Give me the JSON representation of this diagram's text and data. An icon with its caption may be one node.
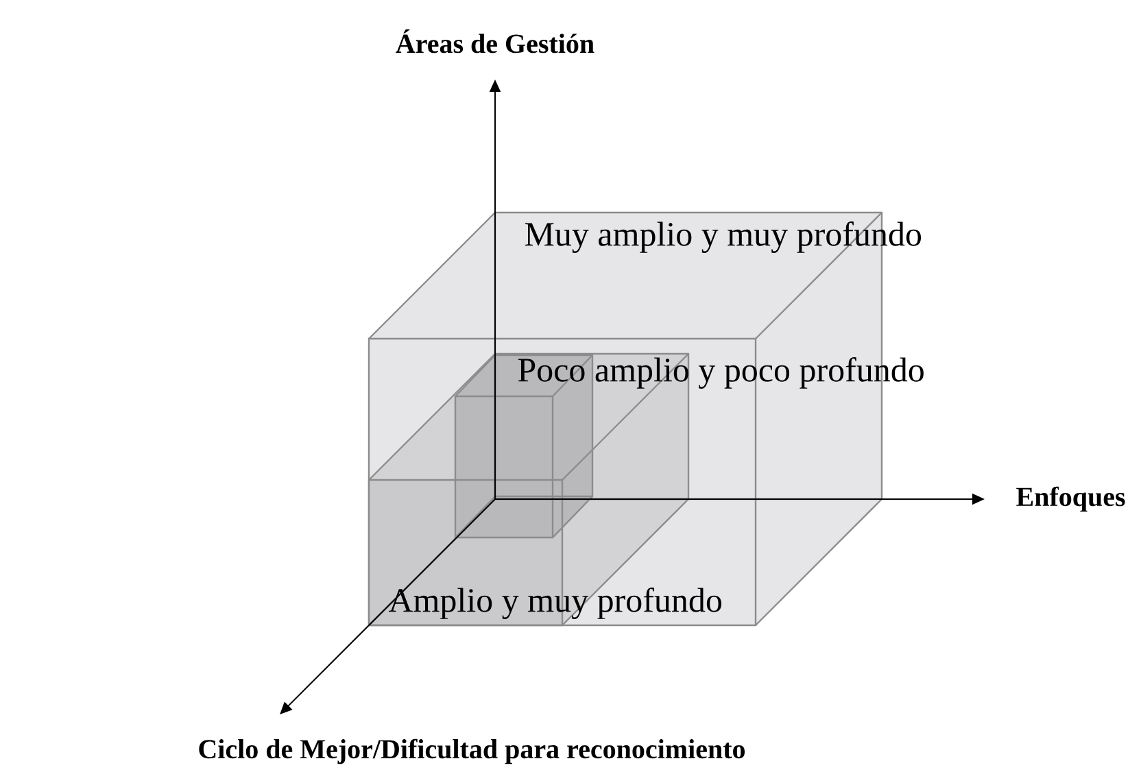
{
  "diagram": {
    "labels": [
      "Áreas de Gestión",
      "Muy amplio y muy profundo",
      "Poco amplio y poco profundo",
      "Enfoques",
      "Amplio y muy profundo",
      "Ciclo de Mejor/Dificultad para reconocimiento"
    ]
  }
}
